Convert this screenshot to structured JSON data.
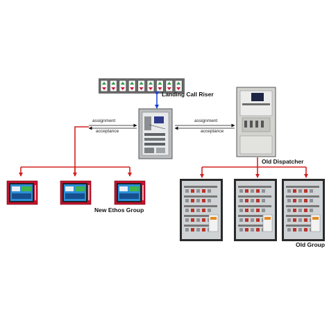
{
  "labels": {
    "landing_call_riser": "Landing Call Riser",
    "assignment_left": "assignment",
    "acceptance_left": "acceptance",
    "assignment_right": "assignment",
    "acceptance_right": "acceptance",
    "old_dispatcher": "Old Dispatcher",
    "new_group": "New Ethos Group",
    "old_group": "Old Group"
  },
  "nodes": {
    "riser_stations": 9,
    "new_group_panels": 3,
    "old_group_cabinets": 3
  },
  "colors": {
    "link": "#d32020",
    "riser_link": "#1a3fd6",
    "cabinet": "#cfd3d6",
    "panel_frame": "#c8102e",
    "screen": "#2a8fd8"
  }
}
